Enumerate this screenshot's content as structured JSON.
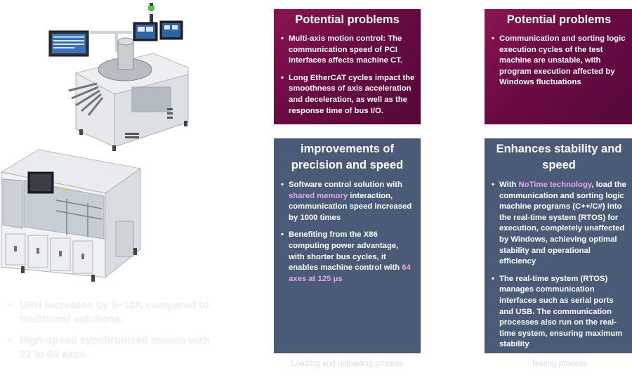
{
  "left_bullets": [
    "UPH increases by 5~10K compared to traditional solutions.",
    "High-speed synchronized motion with 32 to 60 axes"
  ],
  "panels": {
    "top_left": {
      "title": "Potential problems",
      "items": [
        [
          "Multi-axis motion control: The communication speed of PCI interfaces affects machine CT."
        ],
        [
          "Long EtherCAT cycles impact the smoothness of axis acceleration and deceleration, as well as the response time of bus I/O."
        ]
      ]
    },
    "top_right": {
      "title": "Potential problems",
      "items": [
        [
          "Communication and sorting logic execution cycles of the test machine are unstable, with program execution affected by Windows fluctuations"
        ]
      ]
    },
    "bottom_left": {
      "title": "improvements of precision and speed",
      "items": [
        {
          "before": "Software control solution with ",
          "highlight": "shared memory",
          "after": " interaction, communication speed increased by 1000 times"
        },
        {
          "before": "Benefiting from the X86 computing power advantage, with shorter bus cycles, it enables machine control with ",
          "highlight": "64 axes at 125 μs",
          "after": ""
        }
      ]
    },
    "bottom_right": {
      "title": "Enhances stability and speed",
      "items": [
        {
          "before": "With ",
          "highlight": "NoTime technology",
          "after": ", load the communication and sorting logic machine programs (C++/C#) into the real-time system (RTOS) for execution, completely unaffected by Windows, achieving optimal stability and operational efficiency"
        },
        {
          "before": "The real-time system (RTOS) manages communication interfaces such as serial ports and USB. The communication processes also run on the real-time system, ensuring maximum stability",
          "highlight": "",
          "after": ""
        }
      ]
    }
  },
  "captions": {
    "left": "Loading and unloading process",
    "right": "Testing process"
  },
  "colors": {
    "problem_panel": "#6a0a43",
    "improve_panel": "#4a5b77",
    "highlight": "#e3a6f0"
  }
}
